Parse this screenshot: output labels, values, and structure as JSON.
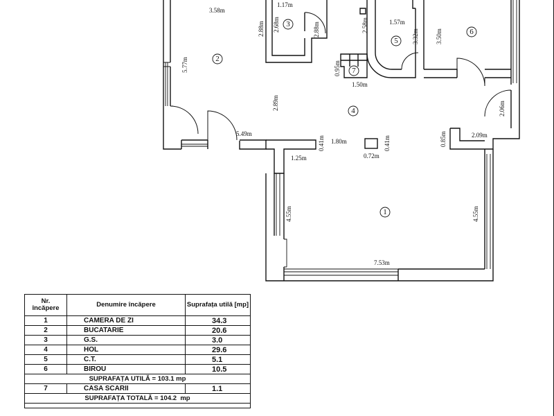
{
  "plan": {
    "dimensions": [
      "3.58m",
      "1.17m",
      "2.88m",
      "2.68m",
      "2.88m",
      "2.58m",
      "1.57m",
      "3.32m",
      "3.50m",
      "5.77m",
      "0.95m",
      "1.50m",
      "2.89m",
      "2.06m",
      "5.49m",
      "0.41m",
      "1.80m",
      "0.41m",
      "0.85m",
      "2.09m",
      "1.25m",
      "0.72m",
      "4.55m",
      "4.55m",
      "7.53m"
    ],
    "room_numbers": [
      "1",
      "2",
      "3",
      "4",
      "5",
      "6",
      "7"
    ]
  },
  "table": {
    "headers": {
      "nr": "Nr.\nîncăpere",
      "name": "Denumire încăpere",
      "area": "Suprafața utilă [mp]"
    },
    "rooms": [
      {
        "nr": "1",
        "name": "CAMERA DE ZI",
        "area": "34.3"
      },
      {
        "nr": "2",
        "name": "BUCATARIE",
        "area": "20.6"
      },
      {
        "nr": "3",
        "name": "G.S.",
        "area": "3.0"
      },
      {
        "nr": "4",
        "name": "HOL",
        "area": "29.6"
      },
      {
        "nr": "5",
        "name": "C.T.",
        "area": "5.1"
      },
      {
        "nr": "6",
        "name": "BIROU",
        "area": "10.5"
      }
    ],
    "useful_label": "SUPRAFAȚA UTILĂ = 103.1 mp",
    "stair": {
      "nr": "7",
      "name": "CASA SCARII",
      "area": "1.1"
    },
    "total_label": "SUPRAFAȚA TOTALĂ = ",
    "total_value": "104.2",
    "total_unit": "mp"
  }
}
